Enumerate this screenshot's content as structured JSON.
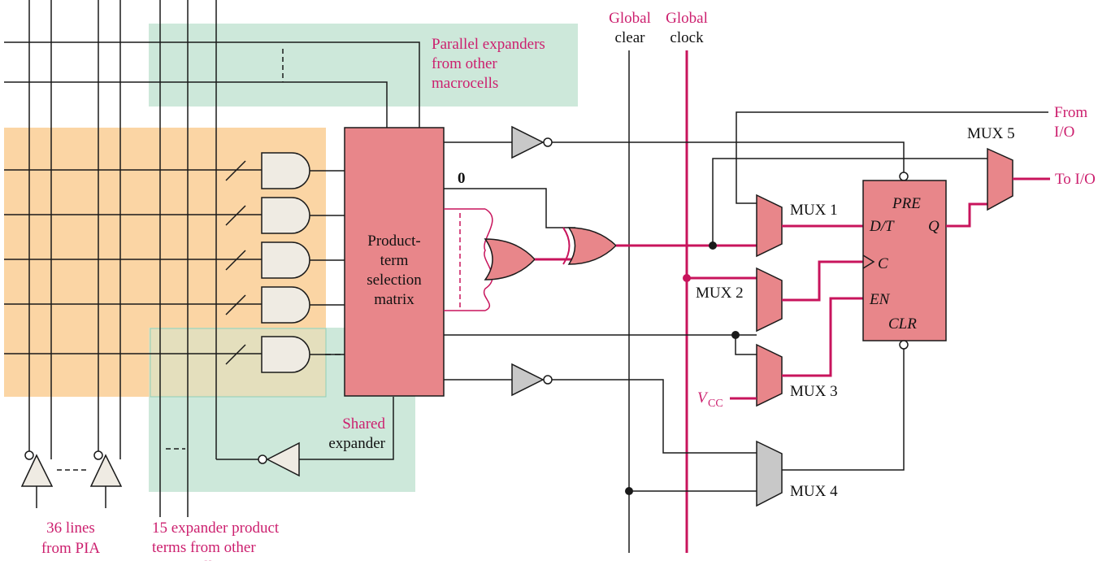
{
  "colors": {
    "background": "#ffffff",
    "wire": "#1a1a1a",
    "signal_wire": "#c8145c",
    "macrocell_fill": "#e8868a",
    "and_gate_fill": "#efebe3",
    "inverter_fill": "#c8c8c8",
    "mux4_fill": "#c8c8c8",
    "pia_region": "#fbd5a4",
    "expander_region": "#cde8da",
    "label_magenta": "#cc1f6e"
  },
  "labels": {
    "parallel_expanders": [
      "Parallel expanders",
      "from other",
      "macrocells"
    ],
    "global_clear": [
      "Global",
      "clear"
    ],
    "global_clock": [
      "Global",
      "clock"
    ],
    "from_io": [
      "From",
      "I/O"
    ],
    "to_io": "To I/O",
    "mux1": "MUX 1",
    "mux2": "MUX 2",
    "mux3": "MUX 3",
    "mux4": "MUX 4",
    "mux5": "MUX 5",
    "product_term_matrix": [
      "Product-",
      "term",
      "selection",
      "matrix"
    ],
    "zero": "0",
    "shared_expander": [
      "Shared",
      "expander"
    ],
    "vcc_main": "V",
    "vcc_sub": "CC",
    "pia_lines": [
      "36 lines",
      "from PIA"
    ],
    "expander_terms": [
      "15 expander product",
      "terms from other",
      "macrocells"
    ]
  },
  "flipflop": {
    "pre": "PRE",
    "dt": "D/T",
    "q": "Q",
    "c": "C",
    "en": "EN",
    "clr": "CLR"
  }
}
